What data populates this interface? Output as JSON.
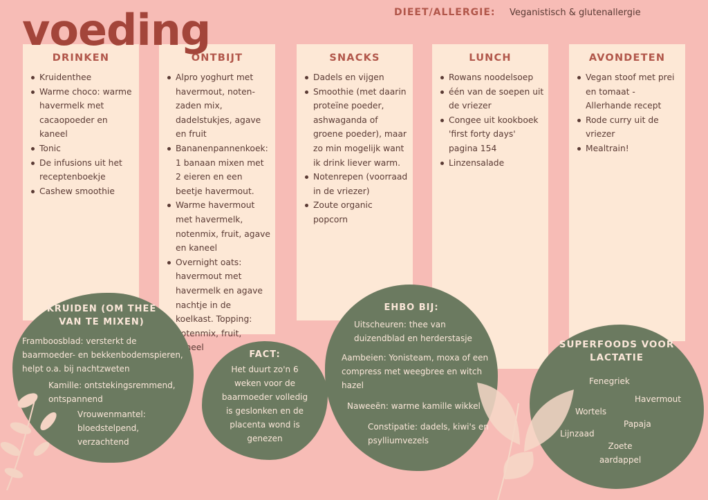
{
  "title": "voeding",
  "diet": {
    "label": "DIEET/ALLERGIE:",
    "value": "Veganistisch & glutenallergie"
  },
  "columns": [
    {
      "title": "DRINKEN",
      "items": [
        "Kruidenthee",
        "Warme choco: warme havermelk met cacaopoeder en kaneel",
        "Tonic",
        "De infusions uit het receptenboekje",
        "Cashew smoothie"
      ]
    },
    {
      "title": "ONTBIJT",
      "items": [
        "Alpro yoghurt met havermout, noten-zaden mix, dadelstukjes, agave en fruit",
        "Bananenpannenkoek: 1 banaan mixen met 2 eieren en een beetje havermout.",
        "Warme havermout met havermelk, notenmix, fruit, agave en kaneel",
        "Overnight oats: havermout met havermelk en agave nachtje in de koelkast. Topping: notenmix, fruit, kaneel"
      ]
    },
    {
      "title": "SNACKS",
      "items": [
        "Dadels en vijgen",
        "Smoothie (met daarin proteïne poeder, ashwaganda of groene poeder), maar zo min mogelijk want ik drink liever warm.",
        "Notenrepen (voorraad in de vriezer)",
        "Zoute organic popcorn"
      ]
    },
    {
      "title": "LUNCH",
      "items": [
        "Rowans noodelsoep",
        "één van de soepen uit de vriezer",
        "Congee uit kookboek 'first forty days' pagina 154",
        "Linzensalade"
      ]
    },
    {
      "title": "AVONDETEN",
      "items": [
        "Vegan stoof met prei en tomaat - Allerhande recept",
        "Rode curry uit de vriezer",
        "Mealtrain!"
      ]
    }
  ],
  "kruiden": {
    "title": "KRUIDEN (OM THEE VAN TE MIXEN)",
    "items": [
      "Framboosblad: versterkt de baarmoeder- en bekkenbodemspieren, helpt o.a. bij nachtzweten",
      "Kamille: ontstekingsremmend, ontspannend",
      "Vrouwenmantel: bloedstelpend, verzachtend"
    ]
  },
  "fact": {
    "title": "FACT:",
    "text": "Het duurt zo'n 6 weken voor de baarmoeder volledig is geslonken en de placenta wond is genezen"
  },
  "ehbo": {
    "title": "EHBO BIJ:",
    "items": [
      "Uitscheuren: thee van duizendblad en herderstasje",
      "Aambeien: Yonisteam, moxa of een compress met weegbree en witch hazel",
      "Naweeën: warme kamille wikkel",
      "Constipatie: dadels, kiwi's en psylliumvezels"
    ]
  },
  "superfoods": {
    "title": "SUPERFOODS VOOR LACTATIE",
    "items": [
      "Fenegriek",
      "Havermout",
      "Wortels",
      "Papaja",
      "Lijnzaad",
      "Zoete aardappel"
    ]
  }
}
